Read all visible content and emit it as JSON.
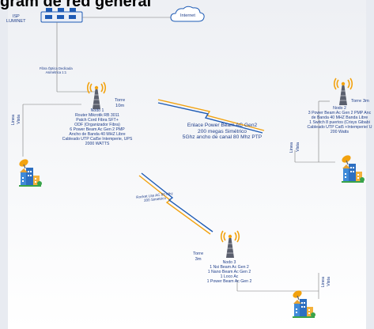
{
  "heading": "gram de red general",
  "isp": {
    "line1": "ISP",
    "line2": "LUMINET"
  },
  "cloud_label": "Internet",
  "fiber_link": {
    "line1": "Fibra Óptica Dedicada",
    "line2": "Asimétrica 1:1"
  },
  "torre1": {
    "line1": "Torre",
    "line2": "10m"
  },
  "torre2": {
    "line1": "Torre 3m"
  },
  "torre3": {
    "line1": "Torre",
    "line2": "3m"
  },
  "nodo1": {
    "lines": [
      "Nodo 1",
      "Router Mikrotik RB 3011",
      "Patch Cord Fibra SFT+",
      "ODF (Organizador Fibra)",
      "6 Power Beam Ac Gen 2 PMP",
      "Ancho de Banda 40 MHZ Libre",
      "Cableado UTP Cat5e Intemperie, UPS",
      "2000 WATTS"
    ]
  },
  "nodo2": {
    "lines": [
      "Nodo 2",
      "3 Power Beam Ac Gen 2 PMP Anc",
      "de Banda 40 MHZ Banda Libre",
      "1 Switch 8 puertos (Crisys Gibabi",
      "Cableado UTP Cat5 +Intemperie/ U",
      "200 Watts"
    ]
  },
  "nodo3": {
    "lines": [
      "Nodo 3",
      "1 Nsi Beam Ac Gen 2",
      "1 Nano Beam Ac Gen 2",
      "1 Loco Ac",
      "1 Power Beam Ac Gen 2"
    ]
  },
  "enlace": {
    "lines": [
      "Enlace Power Beam AC Gen2",
      "200 megas Simétrico",
      "5Ghz ancho de canal 80 Mhz PTP"
    ]
  },
  "rocket": {
    "line1": "Rocket Lite AC 80 Mhz",
    "line2": "200 Simetrico"
  },
  "linea_vista": {
    "line1": "Linea",
    "line2": "Vista"
  },
  "colors": {
    "primary": "#1f3e8a",
    "link_blue": "#1e5bb5",
    "link_orange": "#f2a20f",
    "tower_orange": "#f2a20f",
    "tower_gray": "#5a5f6d",
    "line_gray": "#7a7a7a"
  }
}
